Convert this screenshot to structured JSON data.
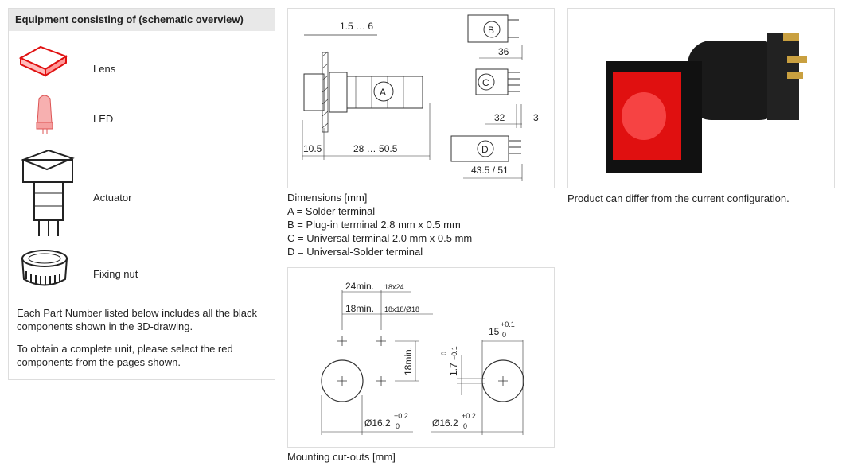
{
  "left_panel": {
    "title": "Equipment consisting of (schematic overview)",
    "components": [
      {
        "label": "Lens"
      },
      {
        "label": "LED"
      },
      {
        "label": "Actuator"
      },
      {
        "label": "Fixing nut"
      }
    ],
    "paragraph1": "Each Part Number listed below includes all the black components shown in the 3D-drawing.",
    "paragraph2": "To obtain a complete unit, please select the red components from the pages shown."
  },
  "dimensions": {
    "labels": {
      "panel": "1.5 … 6",
      "front": "10.5",
      "length": "28 … 50.5",
      "b_len": "36",
      "c_len": "32",
      "c_tail": "3",
      "d_len": "43.5 / 51",
      "A": "A",
      "B": "B",
      "C": "C",
      "D": "D"
    },
    "caption": [
      "Dimensions [mm]",
      "A = Solder terminal",
      "B = Plug-in terminal 2.8 mm x 0.5 mm",
      "C = Universal terminal 2.0 mm x 0.5 mm",
      "D = Universal-Solder terminal"
    ]
  },
  "cutouts": {
    "labels": {
      "w24": "24min.",
      "s24": "18x24",
      "w18": "18min.",
      "s18": "18x18/Ø18",
      "h18": "18min.",
      "d1": "Ø16.2",
      "d1_up": "+0.2",
      "d1_lo": "0",
      "d2": "Ø16.2",
      "d2_up": "+0.2",
      "d2_lo": "0",
      "w15": "15",
      "w15_up": "+0.1",
      "w15_lo": "0",
      "key": "1.7",
      "key_up": "0",
      "key_lo": "−0.1"
    },
    "caption": "Mounting cut-outs [mm]"
  },
  "product": {
    "caption": "Product can differ from the current configuration.",
    "accent": "#e01010"
  }
}
